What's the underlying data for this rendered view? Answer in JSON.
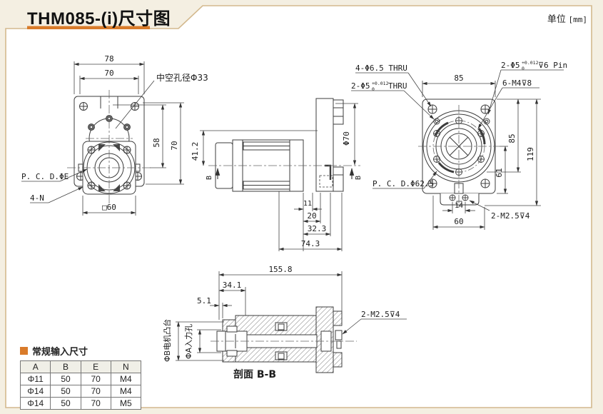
{
  "page": {
    "title": "THM085-(i)尺寸图",
    "unit_label": "单位",
    "unit_value": "[mm]"
  },
  "front_view": {
    "dim_78": "78",
    "dim_70_top": "70",
    "bore_label": "中空孔径Φ33",
    "dim_58": "58",
    "dim_70_side": "70",
    "pcd_label": "P. C. D.ΦE",
    "n_label": "4-N",
    "square_label": "□60"
  },
  "side_view": {
    "dim_41_2": "41.2",
    "b_left": "B",
    "b_right": "B",
    "dim_phi70": "Φ70",
    "dim_11": "11",
    "dim_20": "20",
    "dim_32_3": "32.3",
    "dim_74_3": "74.3"
  },
  "rear_view": {
    "thru_label": "4-Φ6.5 THRU",
    "pin_thru_base": "2-Φ5",
    "pin_thru_tol_sup": "+0.012",
    "pin_thru_tol_sub": "0",
    "pin_thru_suffix": "THRU",
    "dim_85_top": "85",
    "pin_base": "2-Φ5",
    "pin_tol_sup": "+0.012",
    "pin_tol_sub": "0",
    "pin_suffix": "⊽6 Pin",
    "m4_label": "6-M4⊽8",
    "dim_85_right": "85",
    "dim_61": "61",
    "dim_119": "119",
    "pcd_label": "P. C. D.Φ62.5",
    "dim_14": "14",
    "m25_label": "2-M2.5⊽4",
    "dim_60": "60"
  },
  "section_view": {
    "dim_155_8": "155.8",
    "dim_34_1": "34.1",
    "dim_5_1": "5.1",
    "motor_boss_label": "ΦB电机凸台",
    "input_hole_label": "ΦA入力孔",
    "m25_label": "2-M2.5⊽4",
    "caption": "剖面 B-B"
  },
  "input_table": {
    "title": "常规输入尺寸",
    "headers": [
      "A",
      "B",
      "E",
      "N"
    ],
    "rows": [
      [
        "Φ11",
        "50",
        "70",
        "M4"
      ],
      [
        "Φ14",
        "50",
        "70",
        "M4"
      ],
      [
        "Φ14",
        "50",
        "70",
        "M5"
      ]
    ]
  },
  "colors": {
    "accent_orange": "#d97b2a",
    "frame_tan": "#d3b98e",
    "page_cream": "#f4efe2",
    "line_dark": "#3c3c3c"
  }
}
